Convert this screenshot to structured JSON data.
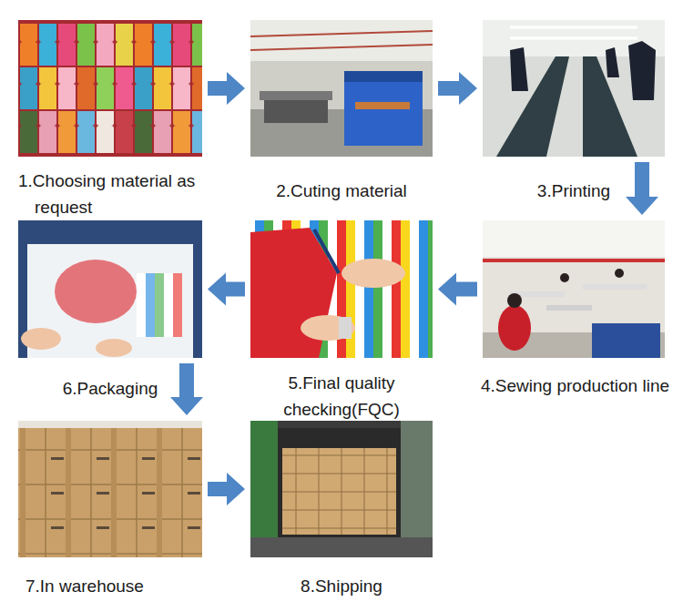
{
  "diagram": {
    "nodes": [
      {
        "text": [
          "1.Choosing material as request"
        ]
      },
      {
        "text": [
          "2.Cuting material"
        ]
      },
      {
        "text": [
          "3.Printing"
        ]
      },
      {
        "text": [
          "4.Sewing production line"
        ]
      },
      {
        "text": [
          "5.Final quality checking(FQC)"
        ]
      },
      {
        "text": [
          "6.Packaging"
        ]
      },
      {
        "text": [
          "7.In warehouse"
        ]
      },
      {
        "text": [
          "8.Shipping"
        ]
      }
    ],
    "edges": [
      {
        "from": 0,
        "to": 1,
        "arrow": "to"
      },
      {
        "from": 1,
        "to": 2,
        "arrow": "to"
      },
      {
        "from": 2,
        "to": 3,
        "arrow": "to"
      },
      {
        "from": 3,
        "to": 4,
        "arrow": "to"
      },
      {
        "from": 4,
        "to": 5,
        "arrow": "to"
      },
      {
        "from": 5,
        "to": 6,
        "arrow": "to"
      },
      {
        "from": 6,
        "to": 7,
        "arrow": "to"
      }
    ]
  }
}
